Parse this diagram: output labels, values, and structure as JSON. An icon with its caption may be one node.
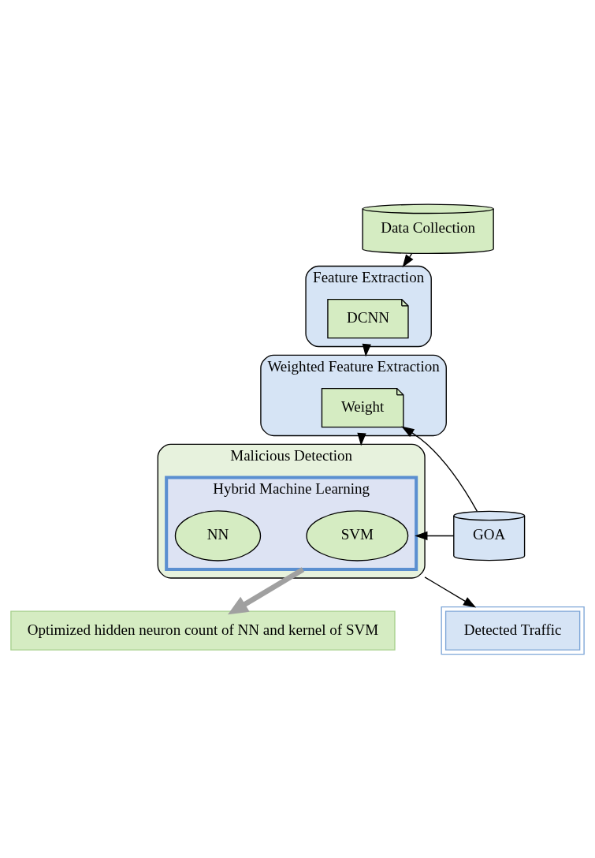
{
  "diagram": {
    "nodes": [
      {
        "text": [
          "Data Collection"
        ]
      },
      {
        "text": [
          "Feature Extraction"
        ]
      },
      {
        "text": [
          "DCNN"
        ],
        "in": 1
      },
      {
        "text": [
          "Weighted Feature Extraction"
        ]
      },
      {
        "text": [
          "Weight"
        ],
        "in": 3
      },
      {
        "text": [
          "GOA"
        ]
      },
      {
        "text": [
          "Malicious Detection"
        ]
      },
      {
        "text": [
          "Hybrid Machine Learning"
        ],
        "in": 6
      },
      {
        "text": [
          "SVM"
        ],
        "in": 7
      },
      {
        "text": [
          "NN"
        ],
        "in": 7
      },
      {
        "text": [
          "Optimized hidden neuron count of NN and kernel of SVM"
        ]
      },
      {
        "text": [
          "Detected Traffic"
        ]
      }
    ],
    "edges": [
      {
        "from": 0,
        "to": 1,
        "arrow": "to"
      },
      {
        "from": 1,
        "to": 3,
        "arrow": "to"
      },
      {
        "from": 3,
        "to": 6,
        "arrow": "to"
      },
      {
        "from": 5,
        "to": 4,
        "arrow": "to"
      },
      {
        "from": 5,
        "to": 7,
        "arrow": "to"
      },
      {
        "from": 7,
        "to": 10,
        "arrow": "to",
        "style": "thick",
        "color": "#a0a0a0"
      },
      {
        "from": 6,
        "to": 11,
        "arrow": "to"
      }
    ]
  }
}
